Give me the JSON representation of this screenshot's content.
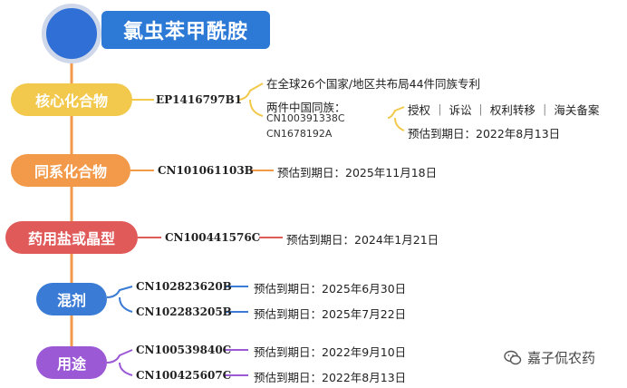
{
  "root": {
    "title": "氯虫苯甲酰胺",
    "color": "#2c79d6"
  },
  "branches": [
    {
      "label": "核心化合物",
      "color": "#f2c94c",
      "patents": [
        {
          "id": "EP1416797B1",
          "notes": [
            "在全球26个国家/地区共布局44件同族专利",
            "两件中国同族：",
            "CN100391338C",
            "CN1678192A"
          ],
          "statuses": [
            "授权 ｜ 诉讼 ｜ 权利转移 ｜ 海关备案",
            "预估到期日：2022年8月13日"
          ]
        }
      ]
    },
    {
      "label": "同系化合物",
      "color": "#f29a4a",
      "patents": [
        {
          "id": "CN101061103B",
          "expiry": "预估到期日：2025年11月18日"
        }
      ]
    },
    {
      "label": "药用盐或晶型",
      "color": "#e05a5a",
      "patents": [
        {
          "id": "CN100441576C",
          "expiry": "预估到期日：2024年1月21日"
        }
      ]
    },
    {
      "label": "混剂",
      "color": "#3a7bd5",
      "patents": [
        {
          "id": "CN102823620B",
          "expiry": "预估到期日：2025年6月30日"
        },
        {
          "id": "CN102283205B",
          "expiry": "预估到期日：2025年7月22日"
        }
      ]
    },
    {
      "label": "用途",
      "color": "#9b59d6",
      "patents": [
        {
          "id": "CN100539840C",
          "expiry": "预估到期日：2022年9月10日"
        },
        {
          "id": "CN100425607C",
          "expiry": "预估到期日：2022年8月13日"
        }
      ]
    }
  ],
  "watermark": {
    "text": "嘉子侃农药",
    "icon": "wechat-icon"
  },
  "spine_color": "#f29a4a"
}
